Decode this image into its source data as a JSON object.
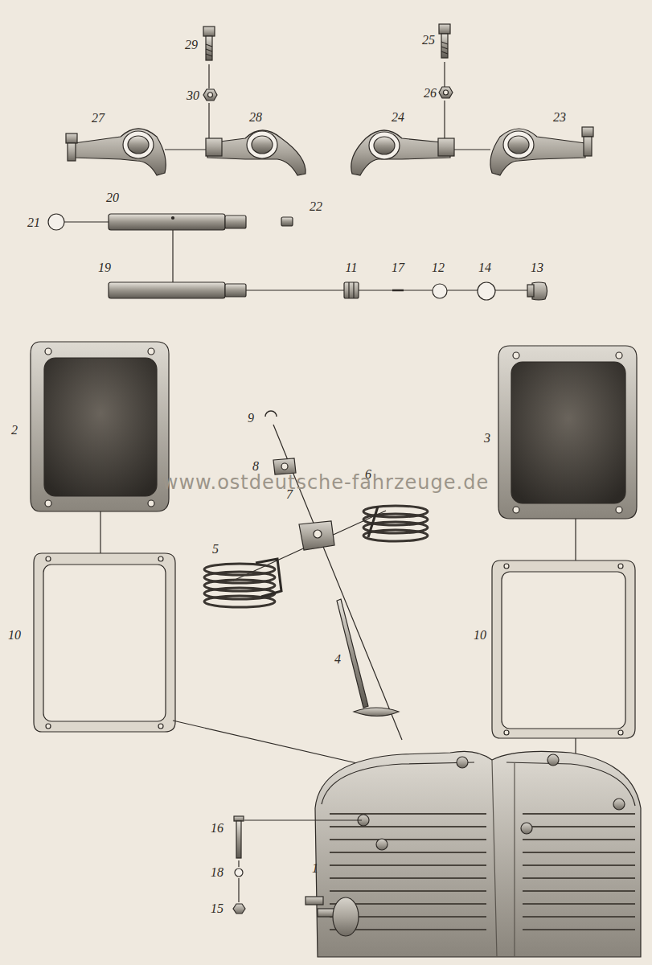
{
  "diagram": {
    "labels": [
      "29",
      "25",
      "30",
      "26",
      "27",
      "28",
      "24",
      "23",
      "20",
      "22",
      "21",
      "19",
      "11",
      "17",
      "12",
      "14",
      "13",
      "9",
      "2",
      "3",
      "8",
      "6",
      "7",
      "5",
      "10",
      "10",
      "4",
      "16",
      "18",
      "1",
      "15",
      "www.ostdeutsche-fahrzeuge.de"
    ]
  }
}
